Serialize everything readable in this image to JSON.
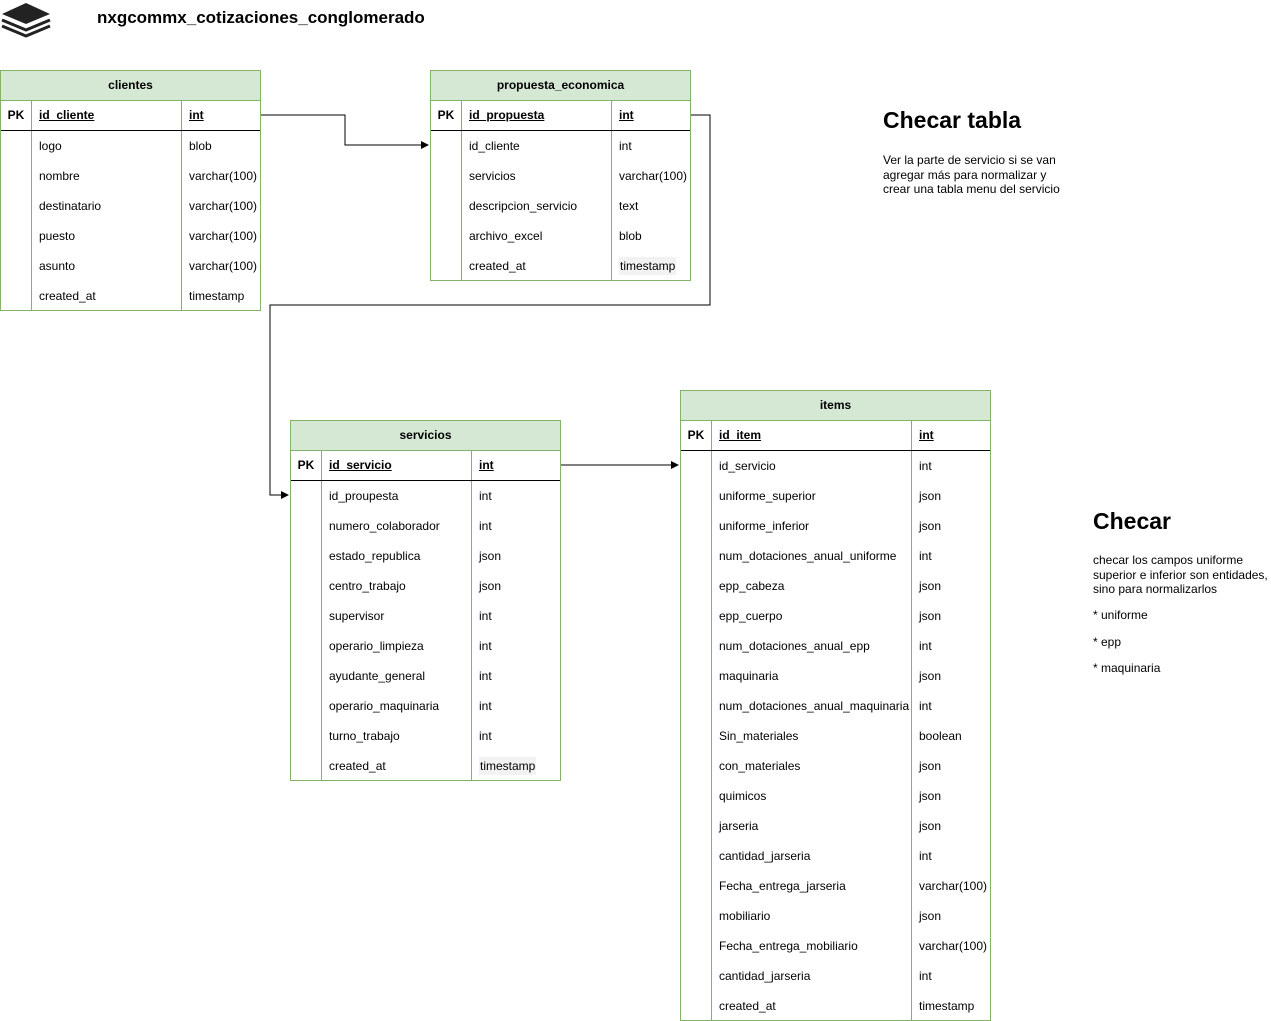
{
  "diagram": {
    "title": "nxgcommx_cotizaciones_conglomerado",
    "logo_icon": "layers-icon"
  },
  "tables": {
    "clientes": {
      "name": "clientes",
      "pk": {
        "key": "PK",
        "name": "id_cliente",
        "type": "int"
      },
      "columns": [
        {
          "name": "logo",
          "type": "blob"
        },
        {
          "name": "nombre",
          "type": "varchar(100)"
        },
        {
          "name": "destinatario",
          "type": "varchar(100)"
        },
        {
          "name": "puesto",
          "type": "varchar(100)"
        },
        {
          "name": "asunto",
          "type": "varchar(100)"
        },
        {
          "name": "created_at",
          "type": "timestamp"
        }
      ]
    },
    "propuesta_economica": {
      "name": "propuesta_economica",
      "pk": {
        "key": "PK",
        "name": "id_propuesta",
        "type": "int"
      },
      "columns": [
        {
          "name": "id_cliente",
          "type": "int"
        },
        {
          "name": "servicios",
          "type": "varchar(100)"
        },
        {
          "name": "descripcion_servicio",
          "type": "text"
        },
        {
          "name": "archivo_excel",
          "type": "blob"
        },
        {
          "name": "created_at",
          "type": "timestamp"
        }
      ]
    },
    "servicios": {
      "name": "servicios",
      "pk": {
        "key": "PK",
        "name": "id_servicio",
        "type": "int"
      },
      "columns": [
        {
          "name": "id_proupesta",
          "type": "int"
        },
        {
          "name": "numero_colaborador",
          "type": "int"
        },
        {
          "name": "estado_republica",
          "type": "json"
        },
        {
          "name": "centro_trabajo",
          "type": "json"
        },
        {
          "name": "supervisor",
          "type": "int"
        },
        {
          "name": "operario_limpieza",
          "type": "int"
        },
        {
          "name": "ayudante_general",
          "type": "int"
        },
        {
          "name": "operario_maquinaria",
          "type": "int"
        },
        {
          "name": "turno_trabajo",
          "type": "int"
        },
        {
          "name": "created_at",
          "type": "timestamp"
        }
      ]
    },
    "items": {
      "name": "items",
      "pk": {
        "key": "PK",
        "name": "id_item",
        "type": "int"
      },
      "columns": [
        {
          "name": "id_servicio",
          "type": "int"
        },
        {
          "name": "uniforme_superior",
          "type": "json"
        },
        {
          "name": "uniforme_inferior",
          "type": "json"
        },
        {
          "name": "num_dotaciones_anual_uniforme",
          "type": "int"
        },
        {
          "name": "epp_cabeza",
          "type": "json"
        },
        {
          "name": "epp_cuerpo",
          "type": "json"
        },
        {
          "name": "num_dotaciones_anual_epp",
          "type": "int"
        },
        {
          "name": "maquinaria",
          "type": "json"
        },
        {
          "name": "num_dotaciones_anual_maquinaria",
          "type": "int"
        },
        {
          "name": "Sin_materiales",
          "type": "boolean"
        },
        {
          "name": "con_materiales",
          "type": "json"
        },
        {
          "name": "quimicos",
          "type": "json"
        },
        {
          "name": "jarseria",
          "type": "json"
        },
        {
          "name": "cantidad_jarseria",
          "type": "int"
        },
        {
          "name": "Fecha_entrega_jarseria",
          "type": "varchar(100)"
        },
        {
          "name": "mobiliario",
          "type": "json"
        },
        {
          "name": "Fecha_entrega_mobiliario",
          "type": "varchar(100)"
        },
        {
          "name": "cantidad_jarseria",
          "type": "int"
        },
        {
          "name": "created_at",
          "type": "timestamp"
        }
      ]
    }
  },
  "notes": {
    "checar_tabla": {
      "title": "Checar tabla",
      "lines": [
        "Ver la parte de servicio si se van",
        "agregar más para normalizar y",
        "crear una tabla menu del servicio"
      ]
    },
    "checar": {
      "title": "Checar",
      "lines": [
        "checar los campos uniforme",
        "superior e inferior son entidades,",
        "sino para normalizarlos"
      ],
      "bullets": [
        "*  uniforme",
        "* epp",
        "* maquinaria"
      ]
    }
  }
}
